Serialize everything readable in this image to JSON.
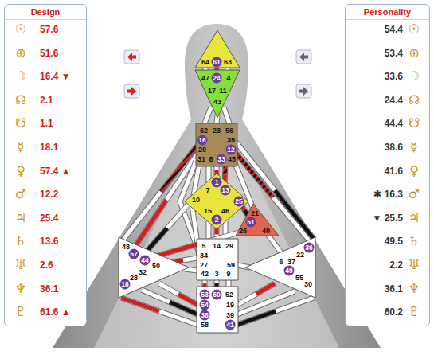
{
  "diagram": {
    "nodes": [
      {
        "text": [
          "Design",
          "☉",
          "57.6",
          "⊕",
          "51.6",
          "☽",
          "16.4 ▼",
          "☊",
          "2.1",
          "☋",
          "1.1",
          "☿",
          "18.1",
          "♀",
          "57.4 ▲",
          "♂",
          "12.2",
          "♃",
          "25.4",
          "♄",
          "13.6",
          "♅",
          "2.6",
          "♆",
          "36.1",
          "♇",
          "61.6 ▲"
        ]
      },
      {
        "text": [
          "Personality",
          "54.4",
          "☉",
          "53.4",
          "⊕",
          "33.6",
          "☽",
          "24.4",
          "☊",
          "44.4",
          "☋",
          "38.6",
          "☿",
          "41.6",
          "♀",
          "✱ 16.3",
          "♂",
          "▼ 25.5",
          "♃",
          "49.5",
          "♄",
          "2.2",
          "♅",
          "36.1",
          "♆",
          "60.2",
          "♇"
        ]
      },
      {
        "text": [
          "64",
          "61",
          "63"
        ]
      },
      {
        "text": [
          "47",
          "24",
          "4",
          "17",
          "11",
          "43"
        ]
      },
      {
        "text": [
          "62",
          "23",
          "56",
          "16",
          "35",
          "20",
          "12",
          "31",
          "8",
          "33",
          "45"
        ]
      },
      {
        "text": [
          "1",
          "7",
          "13",
          "10",
          "25",
          "15",
          "46",
          "2"
        ]
      },
      {
        "text": [
          "21",
          "51",
          "26",
          "40"
        ]
      },
      {
        "text": [
          "48",
          "57",
          "44",
          "50",
          "32",
          "28",
          "18"
        ]
      },
      {
        "text": [
          "36",
          "22",
          "6",
          "37",
          "49",
          "55",
          "30"
        ]
      },
      {
        "text": [
          "5",
          "14",
          "29",
          "34",
          "27",
          "59",
          "42",
          "3",
          "9"
        ]
      },
      {
        "text": [
          "53",
          "60",
          "52",
          "54",
          "19",
          "38",
          "39",
          "58",
          "41"
        ]
      }
    ],
    "edges": [
      {
        "from": 2,
        "to": 3,
        "arrow": "none"
      },
      {
        "from": 2,
        "to": 3,
        "arrow": "none"
      },
      {
        "from": 2,
        "to": 3,
        "arrow": "none"
      },
      {
        "from": 3,
        "to": 4,
        "arrow": "none"
      },
      {
        "from": 3,
        "to": 4,
        "arrow": "none"
      },
      {
        "from": 3,
        "to": 4,
        "arrow": "none"
      },
      {
        "from": 4,
        "to": 7,
        "arrow": "none"
      },
      {
        "from": 4,
        "to": 7,
        "arrow": "none"
      },
      {
        "from": 4,
        "to": 5,
        "arrow": "none"
      },
      {
        "from": 4,
        "to": 9,
        "arrow": "none"
      },
      {
        "from": 4,
        "to": 5,
        "arrow": "none"
      },
      {
        "from": 4,
        "to": 5,
        "arrow": "none"
      },
      {
        "from": 4,
        "to": 5,
        "arrow": "none"
      },
      {
        "from": 4,
        "to": 6,
        "arrow": "none"
      },
      {
        "from": 4,
        "to": 8,
        "arrow": "none"
      },
      {
        "from": 4,
        "to": 8,
        "arrow": "none"
      },
      {
        "from": 5,
        "to": 9,
        "arrow": "none"
      },
      {
        "from": 5,
        "to": 7,
        "arrow": "none"
      },
      {
        "from": 5,
        "to": 9,
        "arrow": "none"
      },
      {
        "from": 5,
        "to": 9,
        "arrow": "none"
      },
      {
        "from": 5,
        "to": 9,
        "arrow": "none"
      },
      {
        "from": 5,
        "to": 6,
        "arrow": "none"
      },
      {
        "from": 6,
        "to": 7,
        "arrow": "none"
      },
      {
        "from": 6,
        "to": 8,
        "arrow": "none"
      },
      {
        "from": 9,
        "to": 7,
        "arrow": "none"
      },
      {
        "from": 9,
        "to": 7,
        "arrow": "none"
      },
      {
        "from": 9,
        "to": 8,
        "arrow": "none"
      },
      {
        "from": 9,
        "to": 10,
        "arrow": "none"
      },
      {
        "from": 9,
        "to": 10,
        "arrow": "none"
      },
      {
        "from": 9,
        "to": 10,
        "arrow": "none"
      },
      {
        "from": 10,
        "to": 7,
        "arrow": "none"
      },
      {
        "from": 10,
        "to": 7,
        "arrow": "none"
      },
      {
        "from": 10,
        "to": 7,
        "arrow": "none"
      },
      {
        "from": 10,
        "to": 8,
        "arrow": "none"
      },
      {
        "from": 10,
        "to": 8,
        "arrow": "none"
      },
      {
        "from": 10,
        "to": 8,
        "arrow": "none"
      }
    ]
  }
}
